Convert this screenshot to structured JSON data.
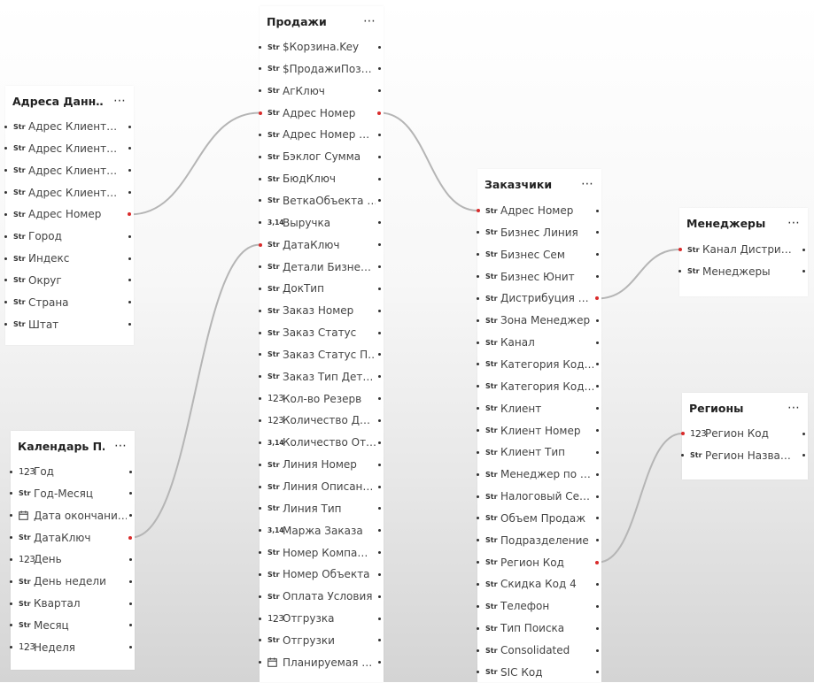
{
  "tables": [
    {
      "id": "addresses",
      "title": "Адреса Данн…",
      "menu_icon": "more-horizontal-icon",
      "fields": [
        {
          "type": "Str",
          "label": "Адрес Клиент…"
        },
        {
          "type": "Str",
          "label": "Адрес Клиент…"
        },
        {
          "type": "Str",
          "label": "Адрес Клиент…"
        },
        {
          "type": "Str",
          "label": "Адрес Клиент…"
        },
        {
          "type": "Str",
          "label": "Адрес Номер",
          "linked_right": true
        },
        {
          "type": "Str",
          "label": "Город"
        },
        {
          "type": "Str",
          "label": "Индекс"
        },
        {
          "type": "Str",
          "label": "Округ"
        },
        {
          "type": "Str",
          "label": "Страна"
        },
        {
          "type": "Str",
          "label": "Штат"
        }
      ]
    },
    {
      "id": "calendar",
      "title": "Календарь П…",
      "menu_icon": "more-horizontal-icon",
      "fields": [
        {
          "type": "123",
          "label": "Год"
        },
        {
          "type": "Str",
          "label": "Год-Месяц"
        },
        {
          "type": "date",
          "label": "Дата окончани…"
        },
        {
          "type": "Str",
          "label": "ДатаКлюч",
          "linked_right": true
        },
        {
          "type": "123",
          "label": "День"
        },
        {
          "type": "Str",
          "label": "День недели"
        },
        {
          "type": "Str",
          "label": "Квартал"
        },
        {
          "type": "Str",
          "label": "Месяц"
        },
        {
          "type": "123",
          "label": "Неделя"
        }
      ]
    },
    {
      "id": "sales",
      "title": "Продажи",
      "menu_icon": "more-horizontal-icon",
      "fields": [
        {
          "type": "Str",
          "label": "$Корзина.Key"
        },
        {
          "type": "Str",
          "label": "$ПродажиПоз…"
        },
        {
          "type": "Str",
          "label": "АгКлюч"
        },
        {
          "type": "Str",
          "label": "Адрес Номер",
          "linked_left": true,
          "linked_right": true
        },
        {
          "type": "Str",
          "label": "Адрес Номер …"
        },
        {
          "type": "Str",
          "label": "Бэклог Сумма"
        },
        {
          "type": "Str",
          "label": "БюдКлюч"
        },
        {
          "type": "Str",
          "label": "ВеткаОбъекта …"
        },
        {
          "type": "3,14",
          "label": "Выручка"
        },
        {
          "type": "Str",
          "label": "ДатаКлюч",
          "linked_left": true
        },
        {
          "type": "Str",
          "label": "Детали Бизне…"
        },
        {
          "type": "Str",
          "label": "ДокТип"
        },
        {
          "type": "Str",
          "label": "Заказ Номер"
        },
        {
          "type": "Str",
          "label": "Заказ Статус"
        },
        {
          "type": "Str",
          "label": "Заказ Статус П…"
        },
        {
          "type": "Str",
          "label": "Заказ Тип Дет…"
        },
        {
          "type": "123",
          "label": "Кол-во Резерв"
        },
        {
          "type": "123",
          "label": "Количество Д…"
        },
        {
          "type": "3,14",
          "label": "Количество От…"
        },
        {
          "type": "Str",
          "label": "Линия Номер"
        },
        {
          "type": "Str",
          "label": "Линия Описан…"
        },
        {
          "type": "Str",
          "label": "Линия Тип"
        },
        {
          "type": "3,14",
          "label": "Маржа Заказа"
        },
        {
          "type": "Str",
          "label": "Номер Компа…"
        },
        {
          "type": "Str",
          "label": "Номер Объекта"
        },
        {
          "type": "Str",
          "label": "Оплата Условия"
        },
        {
          "type": "123",
          "label": "Отгрузка"
        },
        {
          "type": "Str",
          "label": "Отгрузки"
        },
        {
          "type": "date",
          "label": "Планируемая …"
        }
      ]
    },
    {
      "id": "customers",
      "title": "Заказчики",
      "menu_icon": "more-horizontal-icon",
      "fields": [
        {
          "type": "Str",
          "label": "Адрес Номер",
          "linked_left": true
        },
        {
          "type": "Str",
          "label": "Бизнес Линия"
        },
        {
          "type": "Str",
          "label": "Бизнес Сем"
        },
        {
          "type": "Str",
          "label": "Бизнес Юнит"
        },
        {
          "type": "Str",
          "label": "Дистрибуция …",
          "linked_right": true
        },
        {
          "type": "Str",
          "label": "Зона Менеджер"
        },
        {
          "type": "Str",
          "label": "Канал"
        },
        {
          "type": "Str",
          "label": "Категория Код…"
        },
        {
          "type": "Str",
          "label": "Категория Код…"
        },
        {
          "type": "Str",
          "label": "Клиент"
        },
        {
          "type": "Str",
          "label": "Клиент Номер"
        },
        {
          "type": "Str",
          "label": "Клиент Тип"
        },
        {
          "type": "Str",
          "label": "Менеджер по …"
        },
        {
          "type": "Str",
          "label": "Налоговый Се…"
        },
        {
          "type": "Str",
          "label": "Объем Продаж"
        },
        {
          "type": "Str",
          "label": "Подразделение"
        },
        {
          "type": "Str",
          "label": "Регион Код",
          "linked_right": true
        },
        {
          "type": "Str",
          "label": "Скидка Код 4"
        },
        {
          "type": "Str",
          "label": "Телефон"
        },
        {
          "type": "Str",
          "label": "Тип Поиска"
        },
        {
          "type": "Str",
          "label": "Consolidated"
        },
        {
          "type": "Str",
          "label": "SIC Код"
        }
      ]
    },
    {
      "id": "managers",
      "title": "Менеджеры",
      "menu_icon": "more-horizontal-icon",
      "fields": [
        {
          "type": "Str",
          "label": "Канал Дистри…",
          "linked_left": true
        },
        {
          "type": "Str",
          "label": "Менеджеры"
        }
      ]
    },
    {
      "id": "regions",
      "title": "Регионы",
      "menu_icon": "more-horizontal-icon",
      "fields": [
        {
          "type": "123",
          "label": "Регион Код",
          "linked_left": true
        },
        {
          "type": "Str",
          "label": "Регион Назва…"
        }
      ]
    }
  ],
  "type_icons": {
    "Str": "Str",
    "123": "1̲2̲3",
    "3,14": "3,14",
    "date": "calendar-icon"
  },
  "relationships": [
    {
      "from": "addresses.4",
      "to": "sales.3"
    },
    {
      "from": "sales.3",
      "to": "customers.0"
    },
    {
      "from": "calendar.3",
      "to": "sales.9"
    },
    {
      "from": "customers.4",
      "to": "managers.0"
    },
    {
      "from": "customers.16",
      "to": "regions.0"
    }
  ],
  "colors": {
    "link_line": "#b5b5b5",
    "link_dot": "#d92b2b"
  }
}
